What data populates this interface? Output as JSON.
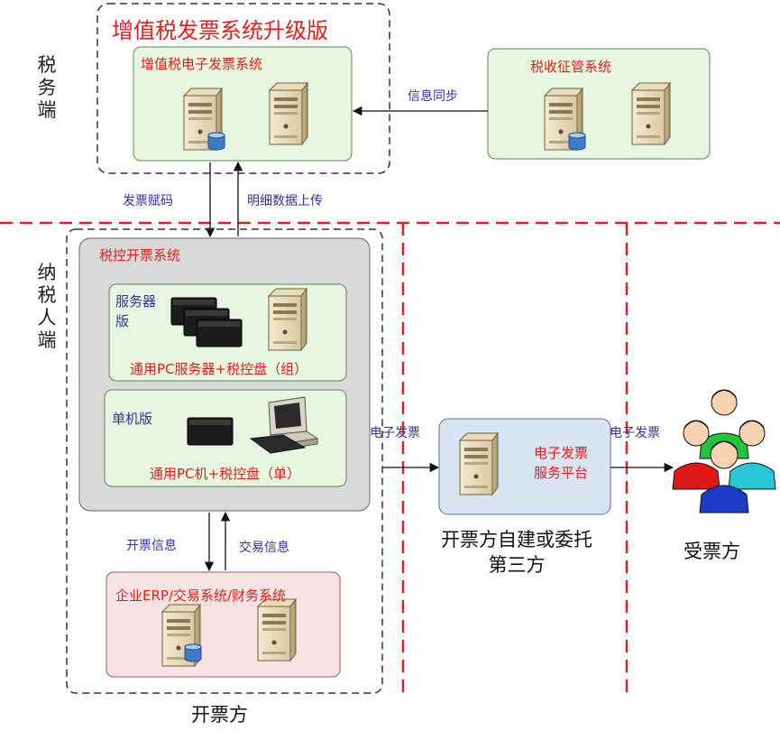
{
  "title_box": {
    "title": "增值税发票系统升级版"
  },
  "side_labels": {
    "tax_side": "税务端",
    "taxpayer_side": "纳税人端"
  },
  "einvoice_system": {
    "label": "增值税电子发票系统"
  },
  "tax_admin": {
    "label": "税收征管系统"
  },
  "arrows": {
    "info_sync": "信息同步",
    "invoice_code": "发票赋码",
    "detail_upload": "明细数据上传",
    "invoice_info": "开票信息",
    "trade_info": "交易信息",
    "e_invoice_1": "电子发票",
    "e_invoice_2": "电子发票"
  },
  "tax_control": {
    "label": "税控开票系统"
  },
  "server_edition": {
    "label": "服务器版",
    "caption": "通用PC服务器+税控盘（组）"
  },
  "standalone_edition": {
    "label": "单机版",
    "caption": "通用PC机+税控盘（单）"
  },
  "enterprise": {
    "label": "企业ERP/交易系统/财务系统"
  },
  "issuer": {
    "label": "开票方"
  },
  "platform": {
    "label": "电子发票服务平台",
    "caption": "开票方自建或委托第三方"
  },
  "recipient": {
    "label": "受票方"
  },
  "colors": {
    "red_dash": "#e0201c",
    "green_fill": "#e6f6e0",
    "pink_fill": "#f7e3e3",
    "blue_fill": "#d9e4f2",
    "gray_fill": "#d9d9d9",
    "arrow_text": "#333399"
  }
}
